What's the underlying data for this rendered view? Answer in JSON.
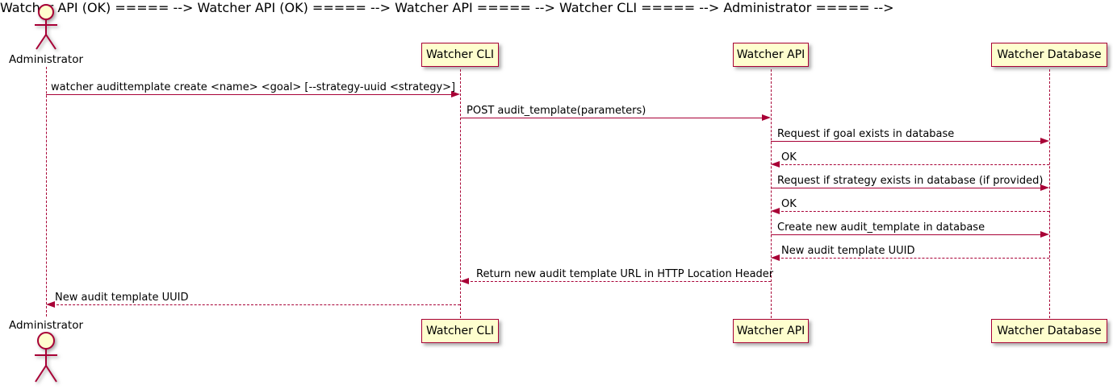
{
  "diagram_type": "uml-sequence-diagram",
  "actor": {
    "name": "Administrator"
  },
  "participants": [
    {
      "name": "Watcher CLI"
    },
    {
      "name": "Watcher API"
    },
    {
      "name": "Watcher Database"
    }
  ],
  "messages": [
    {
      "from": "Administrator",
      "to": "Watcher CLI",
      "type": "solid",
      "label": "watcher audittemplate create <name> <goal> [--strategy-uuid <strategy>]"
    },
    {
      "from": "Watcher CLI",
      "to": "Watcher API",
      "type": "solid",
      "label": "POST audit_template(parameters)"
    },
    {
      "from": "Watcher API",
      "to": "Watcher Database",
      "type": "solid",
      "label": "Request if goal exists in database"
    },
    {
      "from": "Watcher Database",
      "to": "Watcher API",
      "type": "dashed",
      "label": "OK"
    },
    {
      "from": "Watcher API",
      "to": "Watcher Database",
      "type": "solid",
      "label": "Request if strategy exists in database (if provided)"
    },
    {
      "from": "Watcher Database",
      "to": "Watcher API",
      "type": "dashed",
      "label": "OK"
    },
    {
      "from": "Watcher API",
      "to": "Watcher Database",
      "type": "solid",
      "label": "Create new audit_template in database"
    },
    {
      "from": "Watcher Database",
      "to": "Watcher API",
      "type": "dashed",
      "label": "New audit template UUID"
    },
    {
      "from": "Watcher API",
      "to": "Watcher CLI",
      "type": "dashed",
      "label": "Return new audit template URL in HTTP Location Header"
    },
    {
      "from": "Watcher CLI",
      "to": "Administrator",
      "type": "dashed",
      "label": "New audit template UUID"
    }
  ],
  "colors": {
    "participant_fill": "#FEFECE",
    "stroke": "#A80036",
    "text": "#000000",
    "background": "#FFFFFF"
  }
}
